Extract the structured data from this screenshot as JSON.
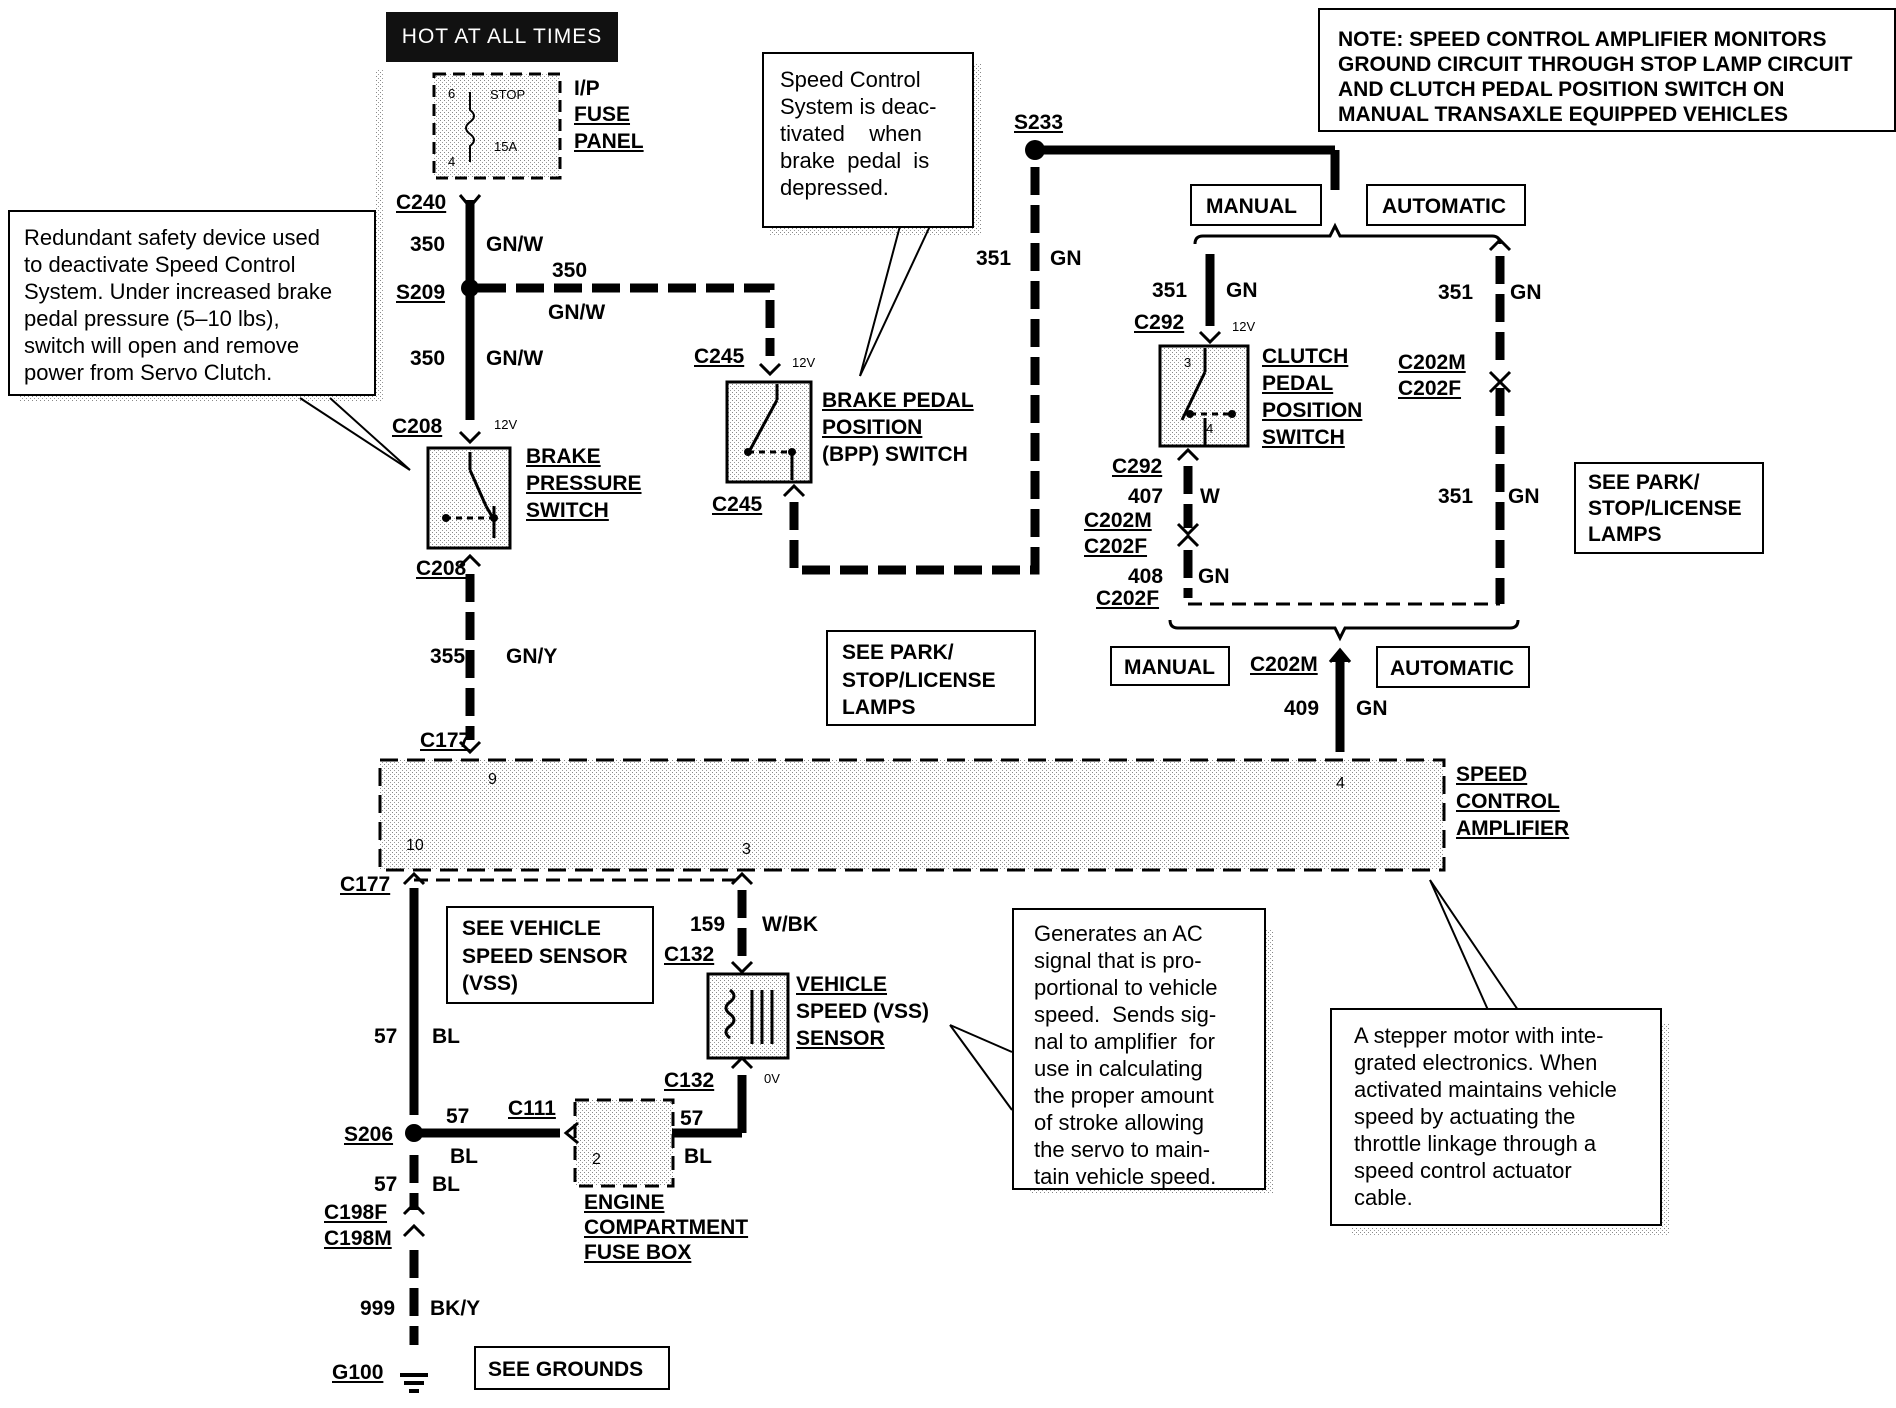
{
  "header": {
    "hot_at_all_times": "HOT AT ALL TIMES"
  },
  "fuse_panel": {
    "prefix": "I/P",
    "line1": "FUSE",
    "line2": "PANEL",
    "pin_top": "6",
    "pin_bottom": "4",
    "fuse_name": "STOP",
    "fuse_rating": "15A"
  },
  "connectors": {
    "c240": "C240",
    "s209": "S209",
    "c208_top": "C208",
    "c208_bottom": "C208",
    "c245_top": "C245",
    "c245_bottom": "C245",
    "s233": "S233",
    "c292_top": "C292",
    "c292_bottom": "C292",
    "c202m_a": "C202M",
    "c202f_a": "C202F",
    "c202m_b": "C202M",
    "c202f_b": "C202F",
    "c202f_c": "C202F",
    "c202m_c": "C202M",
    "c177_top": "C177",
    "c177_bottom": "C177",
    "c132_top": "C132",
    "c132_bottom": "C132",
    "c111": "C111",
    "s206": "S206",
    "c198f": "C198F",
    "c198m": "C198M",
    "g100": "G100"
  },
  "circuits": {
    "w350a": "350",
    "w350b": "350",
    "w350c": "350",
    "w355": "355",
    "w351a": "351",
    "w351b": "351",
    "w351c": "351",
    "w351d": "351",
    "w407": "407",
    "w408": "408",
    "w409": "409",
    "w159": "159",
    "w57a": "57",
    "w57b": "57",
    "w57c": "57",
    "w57d": "57",
    "w999": "999"
  },
  "colors": {
    "gnw_a": "GN/W",
    "gnw_b": "GN/W",
    "gnw_c": "GN/W",
    "gny": "GN/Y",
    "gn_a": "GN",
    "gn_b": "GN",
    "gn_c": "GN",
    "gn_d": "GN",
    "gn_e": "GN",
    "gn_f": "GN",
    "w": "W",
    "wbk": "W/BK",
    "bl_a": "BL",
    "bl_b": "BL",
    "bl_c": "BL",
    "bl_d": "BL",
    "bky": "BK/Y"
  },
  "voltages": {
    "v12a": "12V",
    "v12b": "12V",
    "v12c": "12V",
    "v0": "0V"
  },
  "components": {
    "brake_pressure_switch": [
      "BRAKE",
      "PRESSURE",
      "SWITCH"
    ],
    "bpp_switch": [
      "BRAKE PEDAL",
      "POSITION",
      "(BPP) SWITCH"
    ],
    "clutch_switch": [
      "CLUTCH",
      "PEDAL",
      "POSITION",
      "SWITCH"
    ],
    "clutch_pin_top": "3",
    "clutch_pin_bottom": "4",
    "amplifier": [
      "SPEED",
      "CONTROL",
      "AMPLIFIER"
    ],
    "amp_pin_9": "9",
    "amp_pin_4": "4",
    "amp_pin_10": "10",
    "amp_pin_3": "3",
    "vss": [
      "VEHICLE",
      "SPEED (VSS)",
      "SENSOR"
    ],
    "engine_fuse_box": [
      "ENGINE",
      "COMPARTMENT",
      "FUSE BOX"
    ],
    "fuse_box_pin": "2"
  },
  "labels": {
    "manual_top": "MANUAL",
    "automatic_top": "AUTOMATIC",
    "manual_bottom": "MANUAL",
    "automatic_bottom": "AUTOMATIC"
  },
  "see_boxes": {
    "park_right": [
      "SEE PARK/",
      "STOP/LICENSE",
      "LAMPS"
    ],
    "park_center": [
      "SEE PARK/",
      "STOP/LICENSE",
      "LAMPS"
    ],
    "vss": [
      "SEE VEHICLE",
      "SPEED SENSOR",
      "(VSS)"
    ],
    "grounds": "SEE GROUNDS"
  },
  "notes": {
    "top_right": [
      "NOTE: SPEED CONTROL AMPLIFIER MONITORS",
      "GROUND CIRCUIT THROUGH STOP LAMP CIRCUIT",
      "AND CLUTCH PEDAL POSITION SWITCH  ON",
      "MANUAL TRANSAXLE EQUIPPED VEHICLES"
    ],
    "redundant": [
      "Redundant safety device used",
      "to deactivate Speed Control",
      "System. Under increased brake",
      "pedal pressure (5–10 lbs),",
      "switch will open and remove",
      "power from Servo Clutch."
    ],
    "speed_control": [
      "Speed Control",
      "System is deac-",
      "tivated    when",
      "brake  pedal  is",
      "depressed."
    ],
    "generates": [
      "Generates an AC",
      "signal that is pro-",
      "portional to vehicle",
      "speed.  Sends sig-",
      "nal to amplifier  for",
      "use in calculating",
      "the proper amount",
      "of stroke allowing",
      "the servo to main-",
      "tain vehicle speed."
    ],
    "stepper": [
      "A stepper motor with inte-",
      "grated electronics.  When",
      "activated maintains vehicle",
      "speed by actuating the",
      "throttle linkage through a",
      "speed control actuator",
      "cable."
    ]
  }
}
